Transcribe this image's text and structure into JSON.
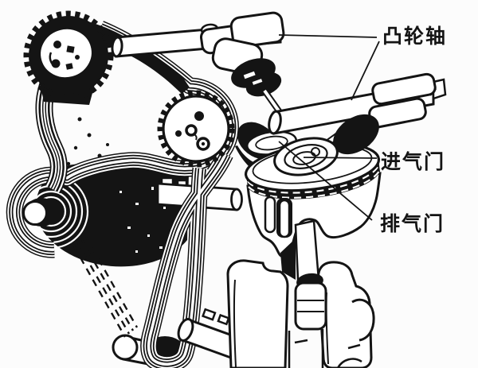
{
  "colors": {
    "ink": "#141414",
    "background": "#fcfcfc"
  },
  "labels": {
    "camshaft": "凸轮轴",
    "intake_valve": "进气门",
    "exhaust_valve": "排气门"
  }
}
